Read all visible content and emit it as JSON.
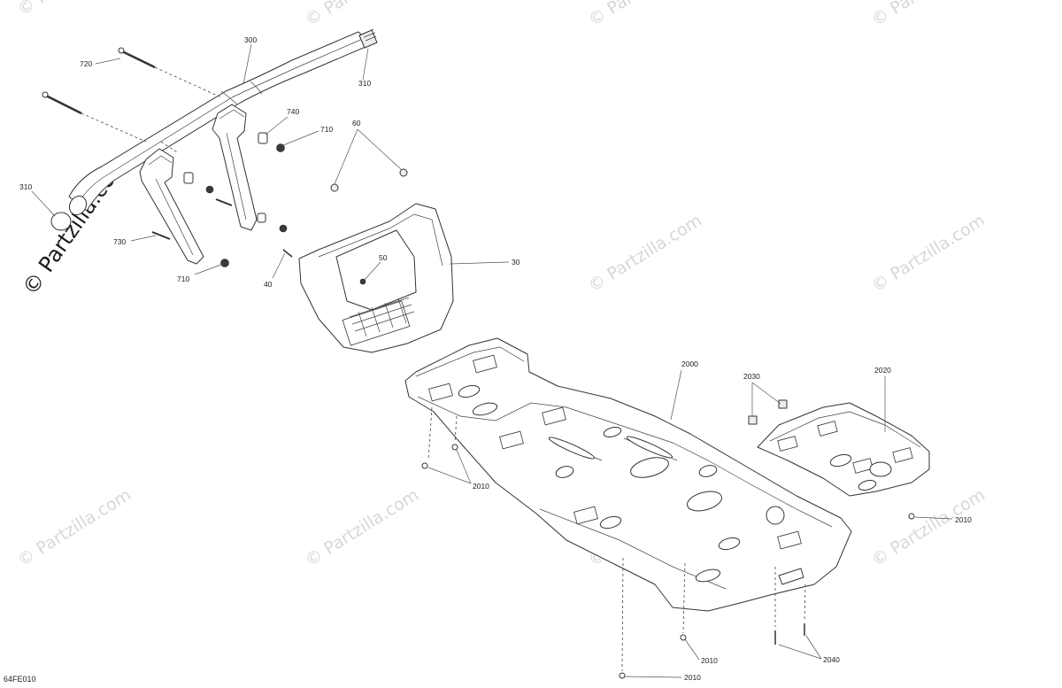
{
  "watermark": {
    "text": "© Partzilla.com",
    "main_text": "© Partzilla.com"
  },
  "diagram_ref": "64FE010",
  "callouts": {
    "c300": "300",
    "c310a": "310",
    "c310b": "310",
    "c720": "720",
    "c740": "740",
    "c710a": "710",
    "c710b": "710",
    "c730": "730",
    "c60": "60",
    "c50": "50",
    "c40": "40",
    "c30": "30",
    "c2000": "2000",
    "c2030": "2030",
    "c2020": "2020",
    "c2010a": "2010",
    "c2010b": "2010",
    "c2010c": "2010",
    "c2010d": "2010",
    "c2040": "2040"
  },
  "colors": {
    "line": "#333333",
    "watermark": "#d7d7d7",
    "background": "#ffffff"
  }
}
